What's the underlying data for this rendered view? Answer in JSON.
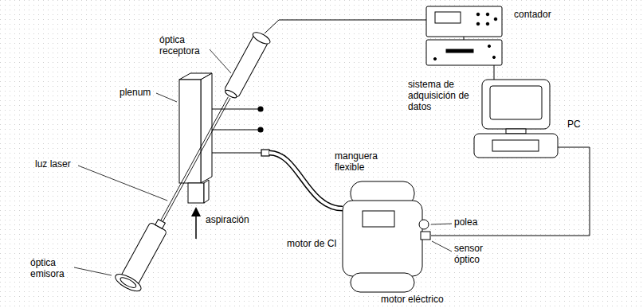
{
  "diagram": {
    "labels": [
      "contador",
      "óptica receptora",
      "plenum",
      "sistema de adquisición de datos",
      "PC",
      "manguera flexible",
      "luz laser",
      "aspiración",
      "polea",
      "motor de CI",
      "sensor óptico",
      "óptica emisora",
      "motor eléctrico"
    ]
  }
}
